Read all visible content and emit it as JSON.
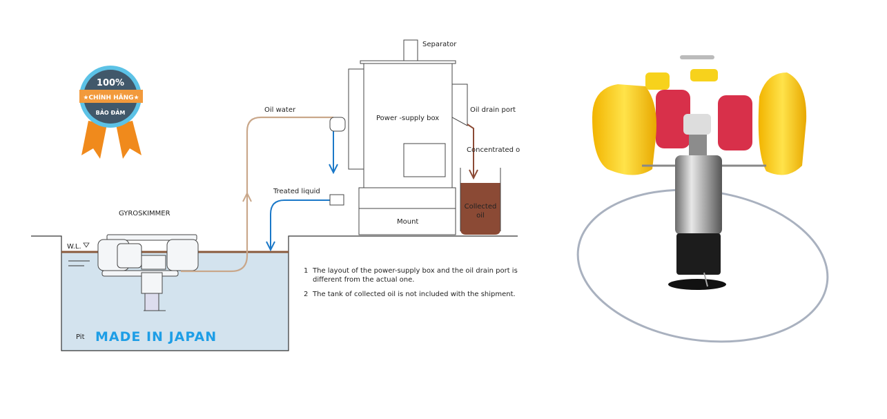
{
  "badge": {
    "top": "100%",
    "band": "★CHÍNH HÃNG★",
    "bottom": "BẢO ĐẢM"
  },
  "diagram": {
    "gyroskimmer": "GYROSKIMMER",
    "water_level": "W.L.",
    "pit": "Pit",
    "made_in": "MADE IN JAPAN",
    "oil_water": "Oil water",
    "treated_liquid": "Treated liquid",
    "separator": "Separator",
    "power_supply_box": "Power -supply box",
    "oil_drain_port": "Oil drain port",
    "concentrated_oil": "Concentrated o",
    "collected_oil_1": "Collected",
    "collected_oil_2": "oil",
    "mount": "Mount"
  },
  "notes": [
    {
      "num": "1",
      "line1": "The layout of the power-supply box and the oil drain port is",
      "line2": "different from the actual one."
    },
    {
      "num": "2",
      "line1": "The tank  of collected oil is not included with the shipment."
    }
  ],
  "colors": {
    "water": "#d3e3ee",
    "oil_pipe": "#c9a78a",
    "treated_pipe": "#1a78c8",
    "collected_oil": "#8b4a35",
    "float_yellow": "#f7d21c",
    "float_red": "#d8304a"
  }
}
